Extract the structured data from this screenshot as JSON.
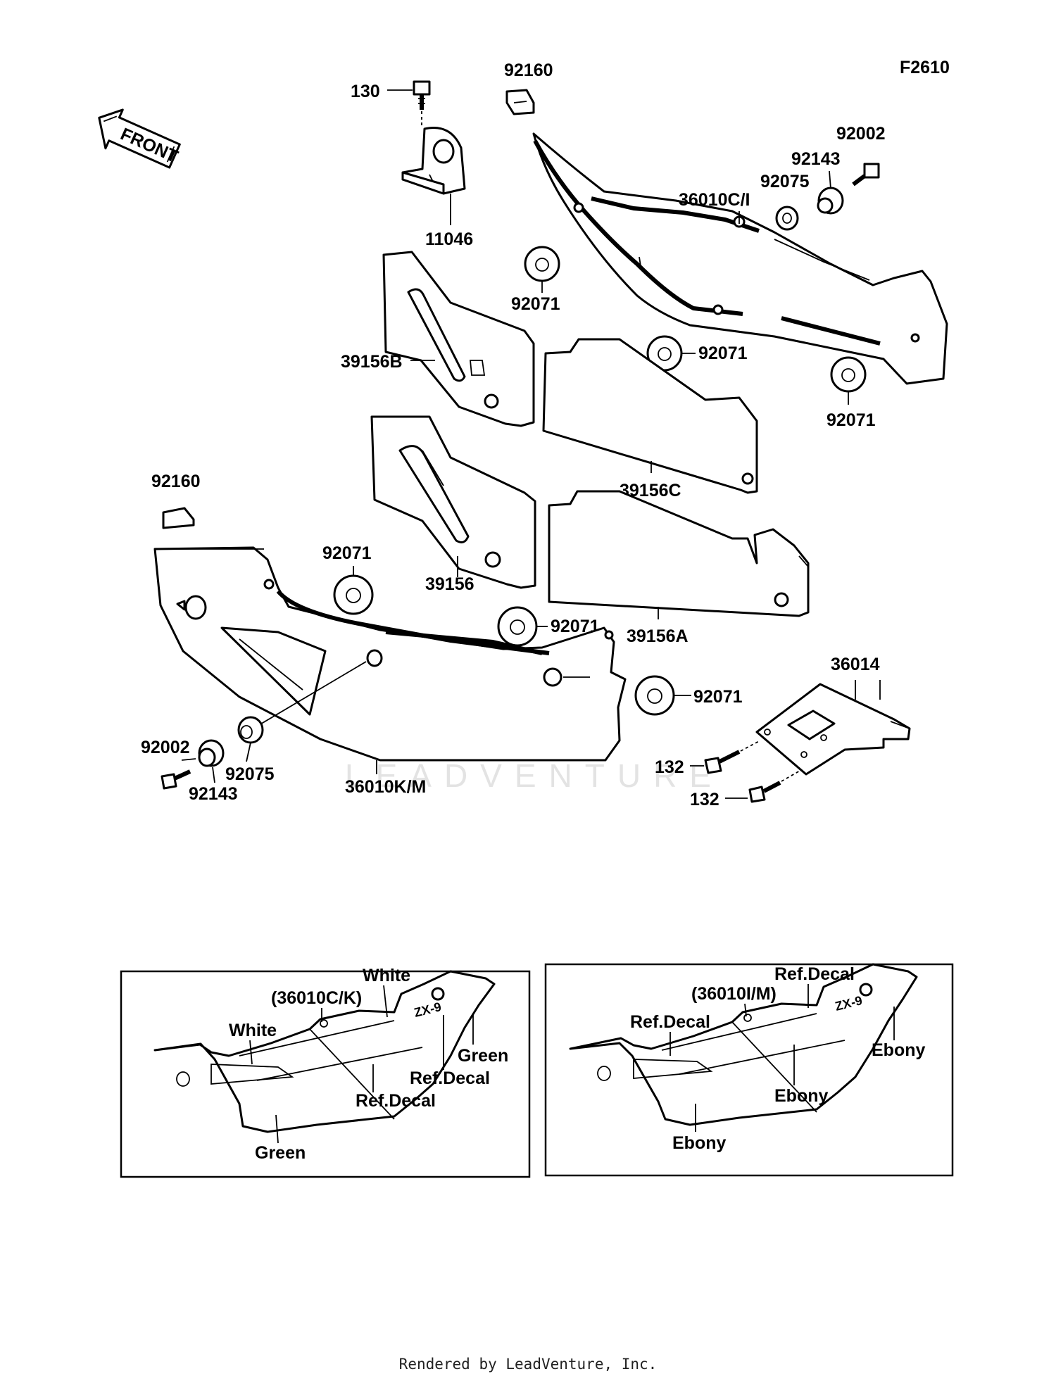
{
  "figure_code": "F2610",
  "direction_label": "FRONT",
  "watermark": "LEADVENTURE",
  "footer": "Rendered by LeadVenture, Inc.",
  "callouts": {
    "p130": "130",
    "p92160_top": "92160",
    "p11046": "11046",
    "p92002_top": "92002",
    "p92143_top": "92143",
    "p92075_top": "92075",
    "p36010ci": "36010C/I",
    "p92071_a": "92071",
    "p39156b": "39156B",
    "p92071_b": "92071",
    "p92071_c": "92071",
    "p39156c": "39156C",
    "p92160_left": "92160",
    "p92071_d": "92071",
    "p39156": "39156",
    "p92071_e": "92071",
    "p39156a": "39156A",
    "p36014": "36014",
    "p92071_f": "92071",
    "p92002_bot": "92002",
    "p92075_bot": "92075",
    "p92143_bot": "92143",
    "p36010km": "36010K/M",
    "p132_a": "132",
    "p132_b": "132"
  },
  "inset_left": {
    "ref": "(36010C/K)",
    "white_top": "White",
    "white_left": "White",
    "green_right": "Green",
    "ref_decal_right": "Ref.Decal",
    "ref_decal_mid": "Ref.Decal",
    "green_bottom": "Green",
    "decal_text": "ZX-9"
  },
  "inset_right": {
    "ref": "(36010I/M)",
    "ref_decal_top": "Ref.Decal",
    "ref_decal_left": "Ref.Decal",
    "ebony_right": "Ebony",
    "ebony_mid": "Ebony",
    "ebony_bottom": "Ebony",
    "decal_text": "ZX-9"
  }
}
